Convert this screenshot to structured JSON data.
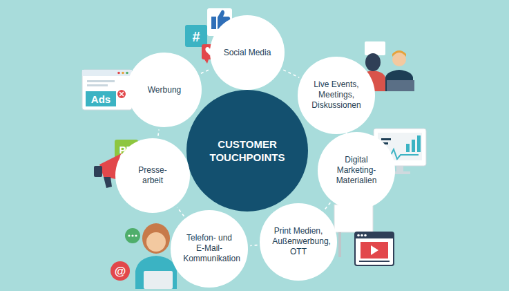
{
  "diagram": {
    "nodes": [
      {
        "text": [
          "CUSTOMER TOUCHPOINTS"
        ]
      },
      {
        "text": [
          "Social Media"
        ]
      },
      {
        "text": [
          "Live Events, Meetings, Diskussionen"
        ]
      },
      {
        "text": [
          "Digital Marketing- Materialien"
        ]
      },
      {
        "text": [
          "Print Medien, Außenwerbung, OTT"
        ]
      },
      {
        "text": [
          "Telefon- und E-Mail- Kommunikation"
        ]
      },
      {
        "text": [
          "Presse- arbeit"
        ]
      },
      {
        "text": [
          "Werbung"
        ]
      }
    ],
    "edges": [
      {
        "from": 1,
        "to": 2,
        "arrow": "none"
      },
      {
        "from": 2,
        "to": 3,
        "arrow": "none"
      },
      {
        "from": 3,
        "to": 4,
        "arrow": "none"
      },
      {
        "from": 4,
        "to": 5,
        "arrow": "none"
      },
      {
        "from": 5,
        "to": 6,
        "arrow": "none"
      },
      {
        "from": 6,
        "to": 7,
        "arrow": "none"
      },
      {
        "from": 7,
        "to": 1,
        "arrow": "none"
      }
    ],
    "labels": [
      "#",
      "Ads",
      "PR",
      "@"
    ]
  }
}
